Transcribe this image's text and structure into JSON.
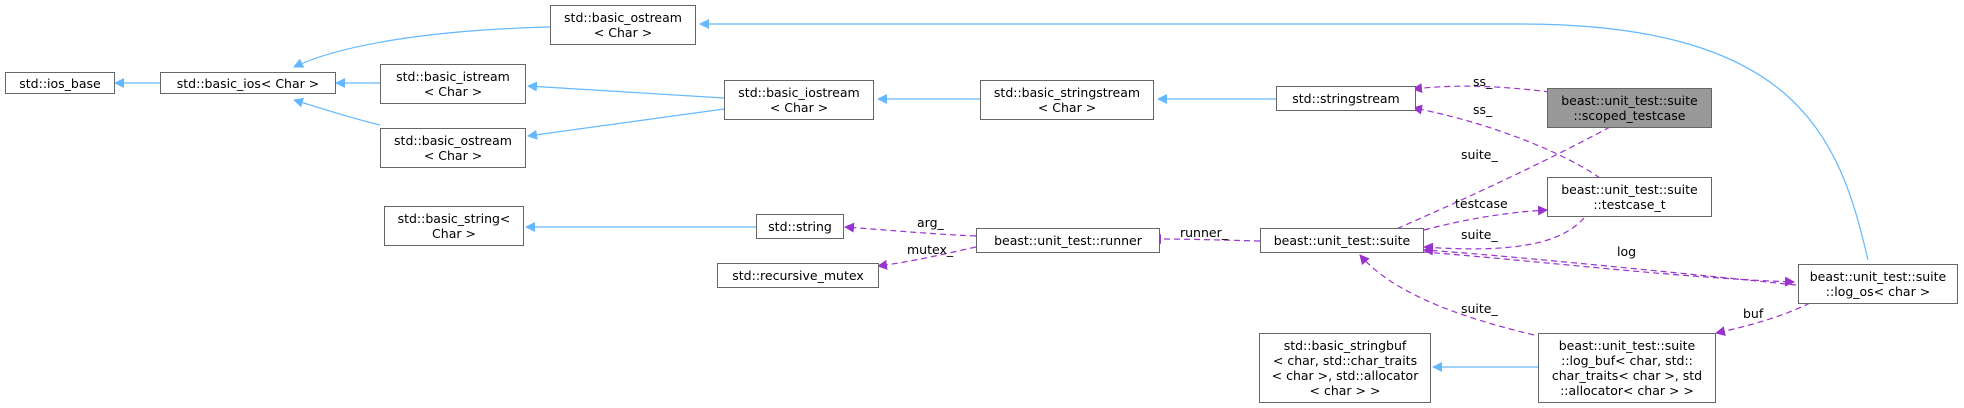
{
  "diagram": {
    "colors": {
      "inheritance": "#63b8ff",
      "usage": "#9a32cd",
      "highlight_fill": "#999999",
      "node_border": "#666666"
    },
    "nodes": {
      "ios_base": [
        "std::ios_base"
      ],
      "basic_ios": [
        "std::basic_ios< Char >"
      ],
      "basic_ostream_top": [
        "std::basic_ostream",
        "< Char >"
      ],
      "basic_istream": [
        "std::basic_istream",
        "< Char >"
      ],
      "basic_ostream_mid": [
        "std::basic_ostream",
        "< Char >"
      ],
      "basic_iostream": [
        "std::basic_iostream",
        "< Char >"
      ],
      "basic_stringstream": [
        "std::basic_stringstream",
        "< Char >"
      ],
      "stringstream": [
        "std::stringstream"
      ],
      "scoped_testcase": [
        "beast::unit_test::suite",
        "::scoped_testcase"
      ],
      "testcase_t": [
        "beast::unit_test::suite",
        "::testcase_t"
      ],
      "basic_string": [
        "std::basic_string<",
        "Char >"
      ],
      "string": [
        "std::string"
      ],
      "recursive_mutex": [
        "std::recursive_mutex"
      ],
      "runner": [
        "beast::unit_test::runner"
      ],
      "suite": [
        "beast::unit_test::suite"
      ],
      "log_os": [
        "beast::unit_test::suite",
        "::log_os< char >"
      ],
      "basic_stringbuf": [
        "std::basic_stringbuf",
        "< char, std::char_traits",
        "< char >, std::allocator",
        "< char > >"
      ],
      "log_buf": [
        "beast::unit_test::suite",
        "::log_buf< char, std::",
        "char_traits< char >, std",
        "::allocator< char > >"
      ]
    },
    "edge_labels": {
      "ss_1": "ss_",
      "ss_2": "ss_",
      "suite_1": "suite_",
      "testcase": "testcase",
      "suite_2": "suite_",
      "log": "log",
      "suite_3": "suite_",
      "buf": "buf",
      "arg": "arg_",
      "mutex": "mutex_",
      "runner": "runner_"
    }
  }
}
